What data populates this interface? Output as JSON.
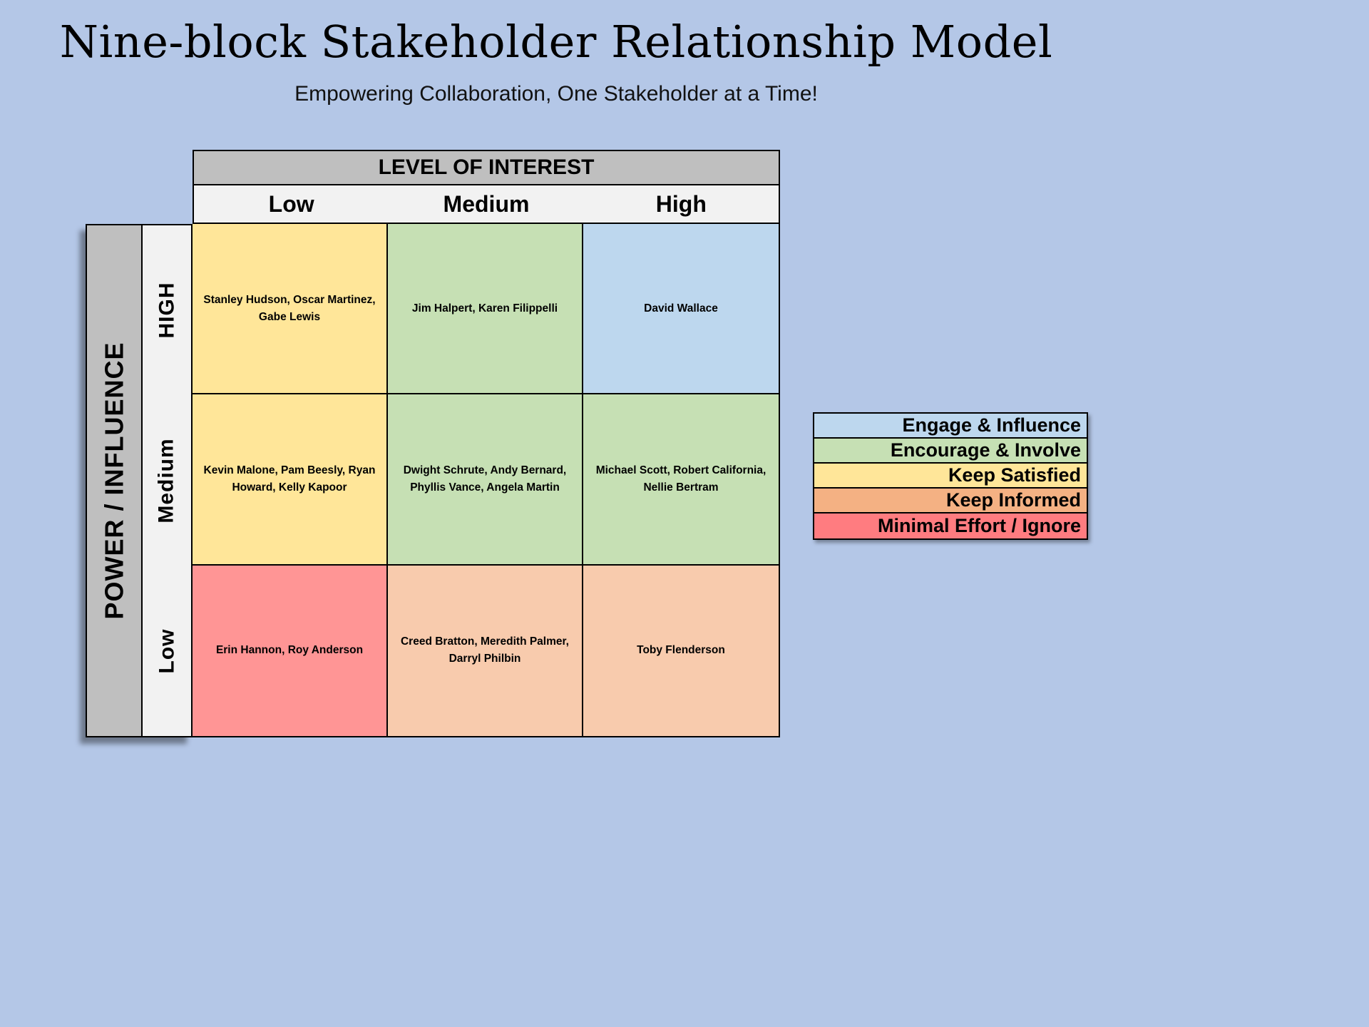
{
  "page": {
    "title": "Nine-block Stakeholder Relationship Model",
    "subtitle": "Empowering Collaboration, One Stakeholder at a Time!",
    "background_color": "#b4c7e7"
  },
  "matrix": {
    "x_axis_title": "LEVEL OF INTEREST",
    "y_axis_title": "POWER / INFLUENCE",
    "column_headers": [
      "Low",
      "Medium",
      "High"
    ],
    "row_headers": [
      "HIGH",
      "Medium",
      "Low"
    ],
    "header_bg": "#bfbfbf",
    "subheader_bg": "#f2f2f2",
    "cells": [
      {
        "row": "HIGH",
        "column": "Low",
        "strategy": "Keep Satisfied",
        "color": "#ffe699",
        "stakeholders": "Stanley Hudson, Oscar Martinez, Gabe Lewis"
      },
      {
        "row": "HIGH",
        "column": "Medium",
        "strategy": "Encourage & Involve",
        "color": "#c6e0b4",
        "stakeholders": "Jim Halpert, Karen Filippelli"
      },
      {
        "row": "HIGH",
        "column": "High",
        "strategy": "Engage & Influence",
        "color": "#bdd7ee",
        "stakeholders": "David Wallace"
      },
      {
        "row": "Medium",
        "column": "Low",
        "strategy": "Keep Satisfied",
        "color": "#ffe699",
        "stakeholders": "Kevin Malone, Pam Beesly, Ryan Howard, Kelly Kapoor"
      },
      {
        "row": "Medium",
        "column": "Medium",
        "strategy": "Encourage & Involve",
        "color": "#c6e0b4",
        "stakeholders": "Dwight Schrute, Andy Bernard, Phyllis Vance, Angela Martin"
      },
      {
        "row": "Medium",
        "column": "High",
        "strategy": "Encourage & Involve",
        "color": "#c6e0b4",
        "stakeholders": "Michael Scott, Robert California, Nellie Bertram"
      },
      {
        "row": "Low",
        "column": "Low",
        "strategy": "Minimal Effort / Ignore",
        "color": "#ff9595",
        "stakeholders": "Erin Hannon, Roy Anderson"
      },
      {
        "row": "Low",
        "column": "Medium",
        "strategy": "Keep Informed",
        "color": "#f8cbad",
        "stakeholders": "Creed Bratton, Meredith Palmer, Darryl Philbin"
      },
      {
        "row": "Low",
        "column": "High",
        "strategy": "Keep Informed",
        "color": "#f8cbad",
        "stakeholders": "Toby Flenderson"
      }
    ]
  },
  "legend": {
    "items": [
      {
        "label": "Engage & Influence",
        "color": "#bdd7ee"
      },
      {
        "label": "Encourage & Involve",
        "color": "#c6e0b4"
      },
      {
        "label": "Keep Satisfied",
        "color": "#ffe699"
      },
      {
        "label": "Keep Informed",
        "color": "#f4b183"
      },
      {
        "label": "Minimal Effort / Ignore",
        "color": "#ff7c80"
      }
    ]
  }
}
